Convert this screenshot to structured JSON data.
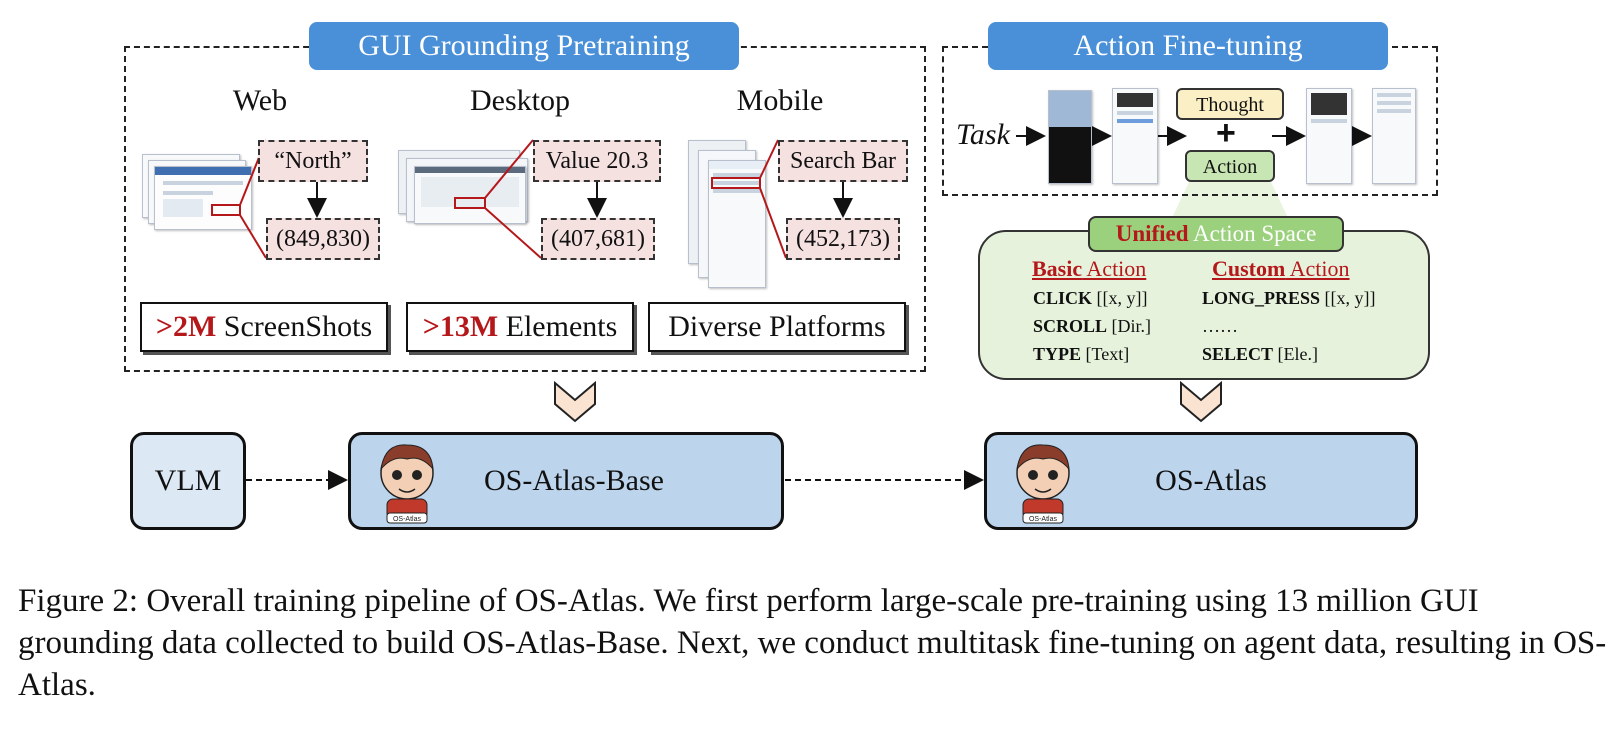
{
  "pretraining": {
    "title": "GUI Grounding Pretraining",
    "platforms": [
      {
        "name": "Web",
        "element": "“North”",
        "coords": "(849,830)"
      },
      {
        "name": "Desktop",
        "element": "Value 20.3",
        "coords": "(407,681)"
      },
      {
        "name": "Mobile",
        "element": "Search Bar",
        "coords": "(452,173)"
      }
    ],
    "stats": [
      {
        "highlight": ">2M",
        "text": " ScreenShots"
      },
      {
        "highlight": ">13M",
        "text": " Elements"
      },
      {
        "highlight": "",
        "text": "Diverse Platforms"
      }
    ]
  },
  "finetuning": {
    "title": "Action Fine-tuning",
    "task_label": "Task",
    "thought_label": "Thought",
    "plus": "+",
    "action_label": "Action"
  },
  "action_space": {
    "title_highlight": "Unified",
    "title_rest": " Action Space",
    "basic_head": "Basic",
    "basic_head_rest": " Action",
    "custom_head": "Custom",
    "custom_head_rest": " Action",
    "basic": [
      {
        "cmd": "CLICK",
        "arg": " [[x, y]]"
      },
      {
        "cmd": "SCROLL",
        "arg": " [Dir.]"
      },
      {
        "cmd": "TYPE",
        "arg": " [Text]"
      }
    ],
    "custom": [
      {
        "cmd": "LONG_PRESS",
        "arg": " [[x, y]]"
      },
      {
        "cmd": "",
        "arg": "……"
      },
      {
        "cmd": "SELECT",
        "arg": " [Ele.]"
      }
    ]
  },
  "models": {
    "vlm": "VLM",
    "base": "OS-Atlas-Base",
    "final": "OS-Atlas",
    "mascot_badge": "OS-Atlas"
  },
  "caption": "Figure 2: Overall training pipeline of OS-Atlas. We first perform large-scale pre-training using 13 million GUI grounding data collected to build OS-Atlas-Base. Next, we conduct multitask fine-tuning on agent data, resulting in OS-Atlas.",
  "colors": {
    "title_blue": "#4a90d9",
    "highlight_red": "#b5181b",
    "model_blue": "#bcd5ed",
    "pink": "#f6e1e1",
    "green_panel": "#e6f2dc",
    "green_title": "#9bd17d"
  }
}
